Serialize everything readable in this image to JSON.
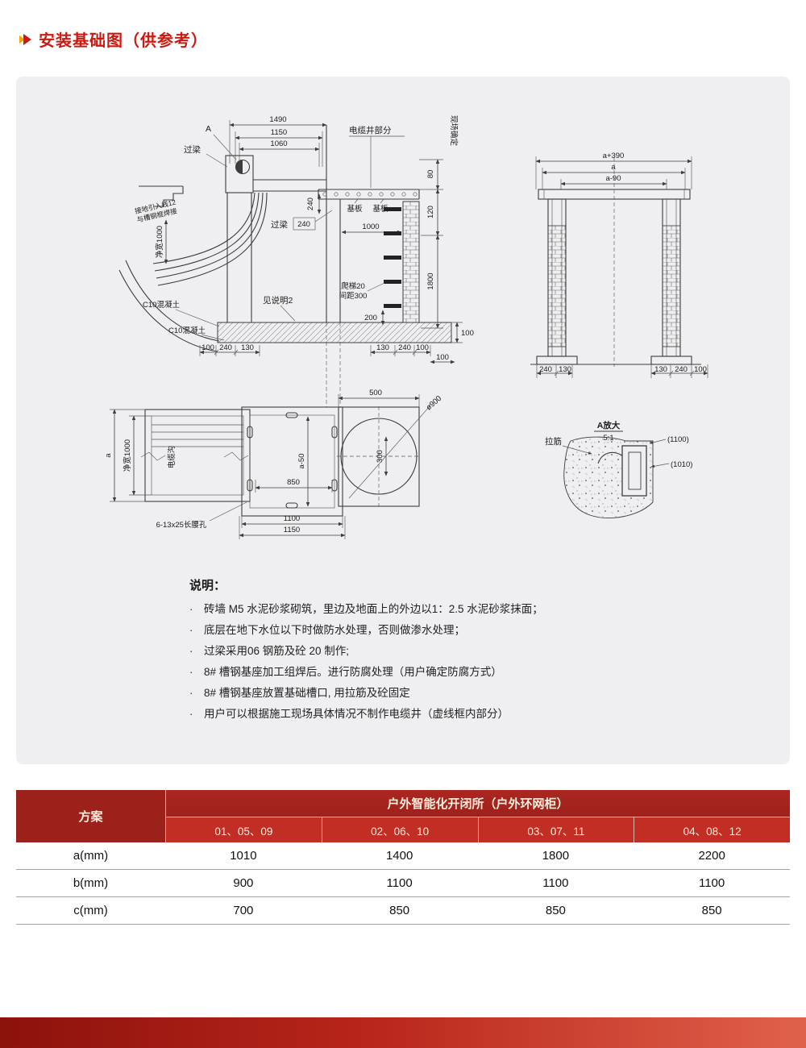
{
  "page": {
    "title": "安装基础图（供参考）"
  },
  "drawing": {
    "section": {
      "marker_a": "A",
      "lintel": "过梁",
      "dim_1490": "1490",
      "dim_1150": "1150",
      "dim_1060": "1060",
      "cable_well_label": "电缆井部分",
      "site_confirm": "现场确定",
      "dim_80": "80",
      "dim_120": "120",
      "dim_1800": "1800",
      "dim_240": "240",
      "dim_1000": "1000",
      "base_plate": "基板",
      "ground_lead_line1": "接地引入线12",
      "ground_lead_line2": "与槽钢框焊接",
      "net_width": "净宽1000",
      "c10_concrete": "C10混凝土",
      "see_note_2": "见说明2",
      "ladder_line1": "爬梯20",
      "ladder_line2": "间距300",
      "dim_200": "200"
    },
    "common": {
      "d100": "100",
      "d130": "130",
      "d240": "240"
    },
    "plan": {
      "dim_a": "a",
      "net_width": "净宽1000",
      "trench": "电缆沟",
      "slot_note": "6-13x25长腰孔",
      "dim_850": "850",
      "dim_1100": "1100",
      "dim_1150": "1150",
      "dim_500": "500",
      "dim_a50": "a-50",
      "dim_300": "300",
      "dia_900": "ø900"
    },
    "frame": {
      "dim_a_390": "a+390",
      "dim_a": "a",
      "dim_a_90": "a-90"
    },
    "detail": {
      "title": "A放大",
      "scale": "5:1",
      "tie_bar": "拉筋",
      "dim_1100": "(1100)",
      "dim_1010": "(1010)"
    }
  },
  "notes": {
    "heading": "说明：",
    "bullet": "·",
    "items": [
      "砖墙 M5 水泥砂浆砌筑，里边及地面上的外边以1：2.5 水泥砂浆抹面；",
      "底层在地下水位以下时做防水处理，否则做渗水处理；",
      "过梁采用06 钢筋及砼 20 制作;",
      "8# 槽钢基座加工组焊后。进行防腐处理（用户确定防腐方式）",
      "8# 槽钢基座放置基础槽口, 用拉筋及砼固定",
      "用户可以根据施工现场具体情况不制作电缆井（虚线框内部分）"
    ]
  },
  "table": {
    "scheme_header": "方案",
    "main_header": "户外智能化开闭所（户外环网柜）",
    "sub_headers": [
      "01、05、09",
      "02、06、10",
      "03、07、11",
      "04、08、12"
    ],
    "rows": [
      {
        "label": "a(mm)",
        "values": [
          "1010",
          "1400",
          "1800",
          "2200"
        ]
      },
      {
        "label": "b(mm)",
        "values": [
          "900",
          "1100",
          "1100",
          "1100"
        ]
      },
      {
        "label": "c(mm)",
        "values": [
          "700",
          "850",
          "850",
          "850"
        ]
      }
    ]
  }
}
